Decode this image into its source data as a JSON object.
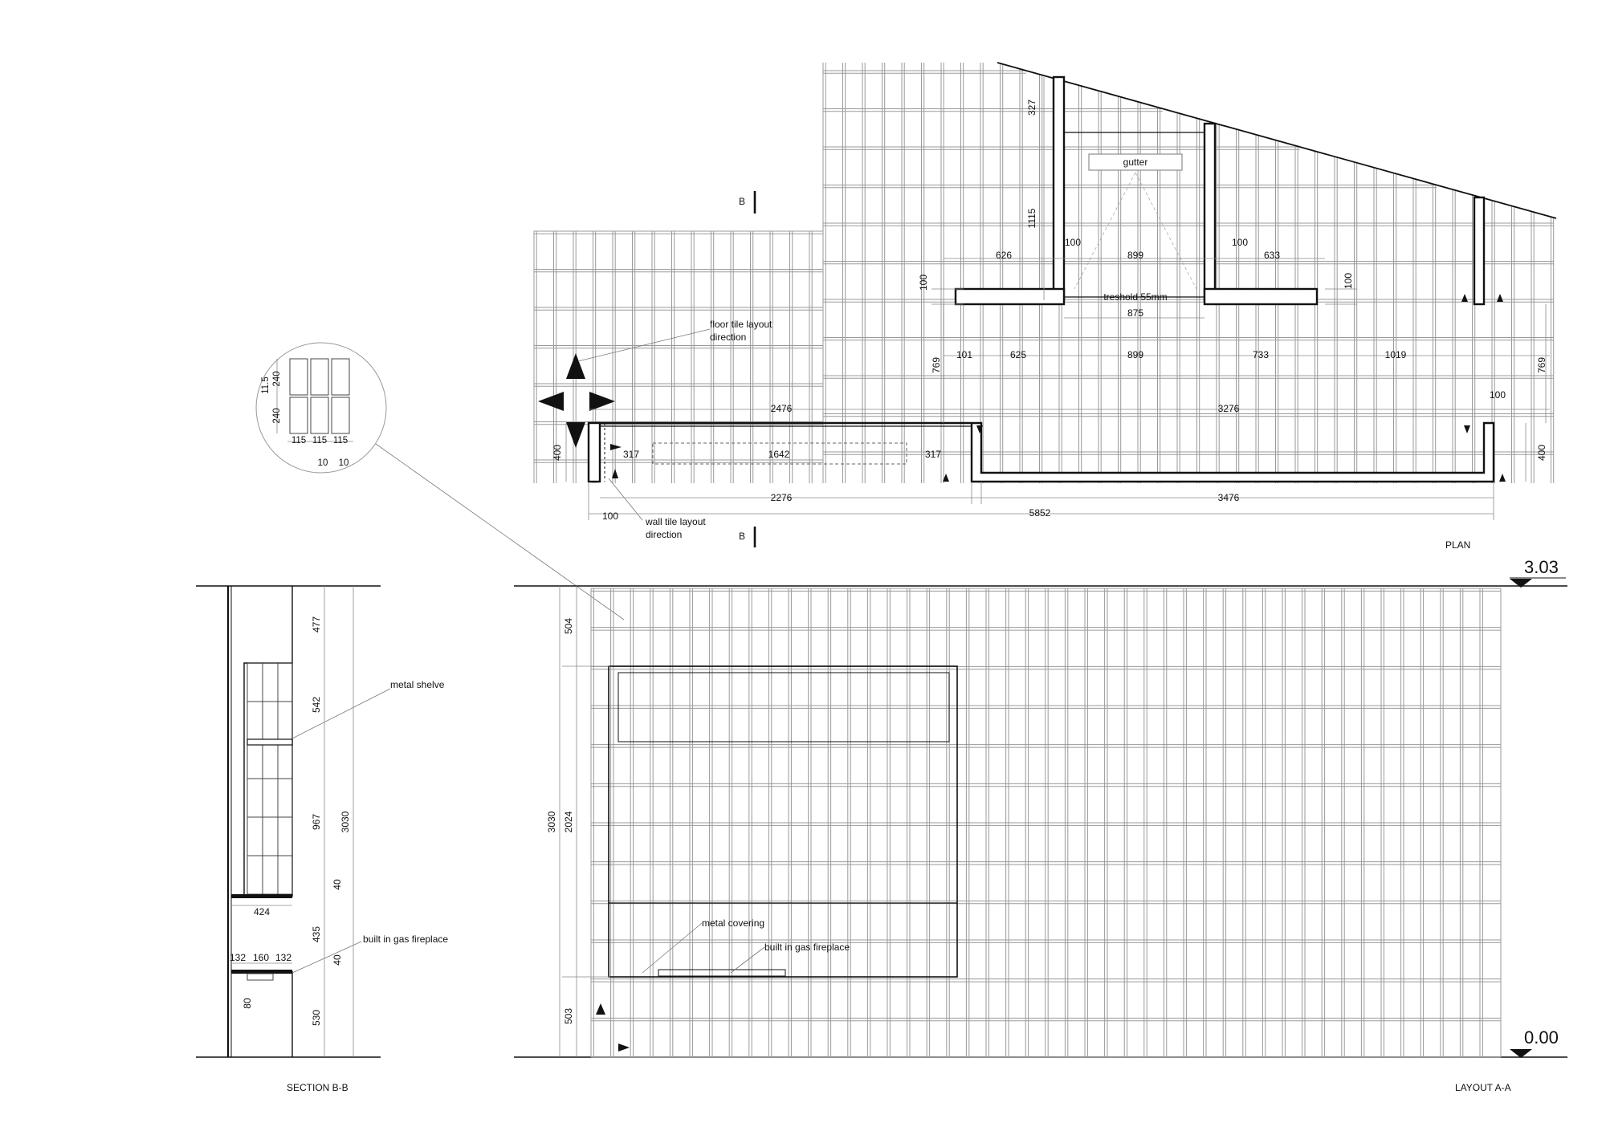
{
  "views": {
    "plan": "PLAN",
    "section": "SECTION B-B",
    "layout": "LAYOUT A-A"
  },
  "section_mark": {
    "b_top": "B",
    "b_bottom": "B"
  },
  "levels": {
    "top": "3.03",
    "bottom": "0.00"
  },
  "plan": {
    "labels": {
      "gutter": "gutter",
      "threshold": "treshold  55mm",
      "floor_tile_1": "floor tile layout",
      "floor_tile_2": "direction",
      "wall_tile_1": "wall tile layout",
      "wall_tile_2": "direction"
    },
    "dims": {
      "d327": "327",
      "d1115": "1115",
      "d626": "626",
      "d100a": "100",
      "d899a": "899",
      "d100b": "100",
      "d633": "633",
      "d100l": "100",
      "d100r": "100",
      "d875": "875",
      "d769l": "769",
      "d101": "101",
      "d625": "625",
      "d899b": "899",
      "d733": "733",
      "d1019": "1019",
      "d769r": "769",
      "d2476": "2476",
      "d3276": "3276",
      "d100c": "100",
      "d400l": "400",
      "d317a": "317",
      "d1642": "1642",
      "d317b": "317",
      "d400r": "400",
      "d2276": "2276",
      "d3476": "3476",
      "d100d": "100",
      "d5852": "5852"
    }
  },
  "detail": {
    "d115a": "115",
    "d115b": "115",
    "d115c": "115",
    "d10a": "10",
    "d10b": "10",
    "d240a": "240",
    "d240b": "240",
    "d115v": "11.5"
  },
  "section": {
    "labels": {
      "metal_shelve": "metal shelve",
      "fireplace": "built in gas fireplace"
    },
    "dims": {
      "d477": "477",
      "d542": "542",
      "d967": "967",
      "d3030": "3030",
      "d40a": "40",
      "d424": "424",
      "d435": "435",
      "d40b": "40",
      "d132a": "132",
      "d160": "160",
      "d132b": "132",
      "d80": "80",
      "d530": "530"
    }
  },
  "layout": {
    "labels": {
      "metal_covering": "metal covering",
      "fireplace": "built in gas fireplace"
    },
    "dims": {
      "d504": "504",
      "d3030": "3030",
      "d2024": "2024",
      "d503": "503"
    }
  }
}
